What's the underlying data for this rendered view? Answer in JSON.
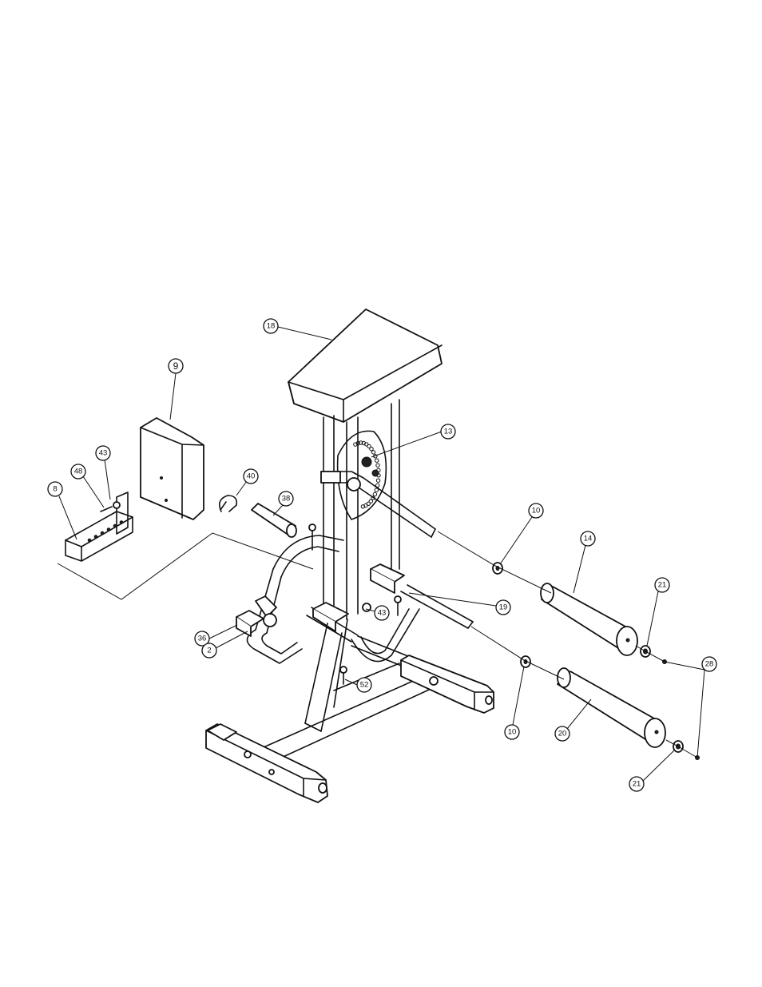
{
  "callouts": [
    {
      "id": "c18",
      "label": "18"
    },
    {
      "id": "c9",
      "label": "9"
    },
    {
      "id": "c13",
      "label": "13"
    },
    {
      "id": "c43a",
      "label": "43"
    },
    {
      "id": "c48",
      "label": "48"
    },
    {
      "id": "c8",
      "label": "8"
    },
    {
      "id": "c40",
      "label": "40"
    },
    {
      "id": "c38",
      "label": "38"
    },
    {
      "id": "c10a",
      "label": "10"
    },
    {
      "id": "c14",
      "label": "14"
    },
    {
      "id": "c21a",
      "label": "21"
    },
    {
      "id": "c19",
      "label": "19"
    },
    {
      "id": "c43b",
      "label": "43"
    },
    {
      "id": "c36",
      "label": "36"
    },
    {
      "id": "c2",
      "label": "2"
    },
    {
      "id": "c28",
      "label": "28"
    },
    {
      "id": "c52",
      "label": "52"
    },
    {
      "id": "c10b",
      "label": "10"
    },
    {
      "id": "c20",
      "label": "20"
    },
    {
      "id": "c21b",
      "label": "21"
    }
  ]
}
